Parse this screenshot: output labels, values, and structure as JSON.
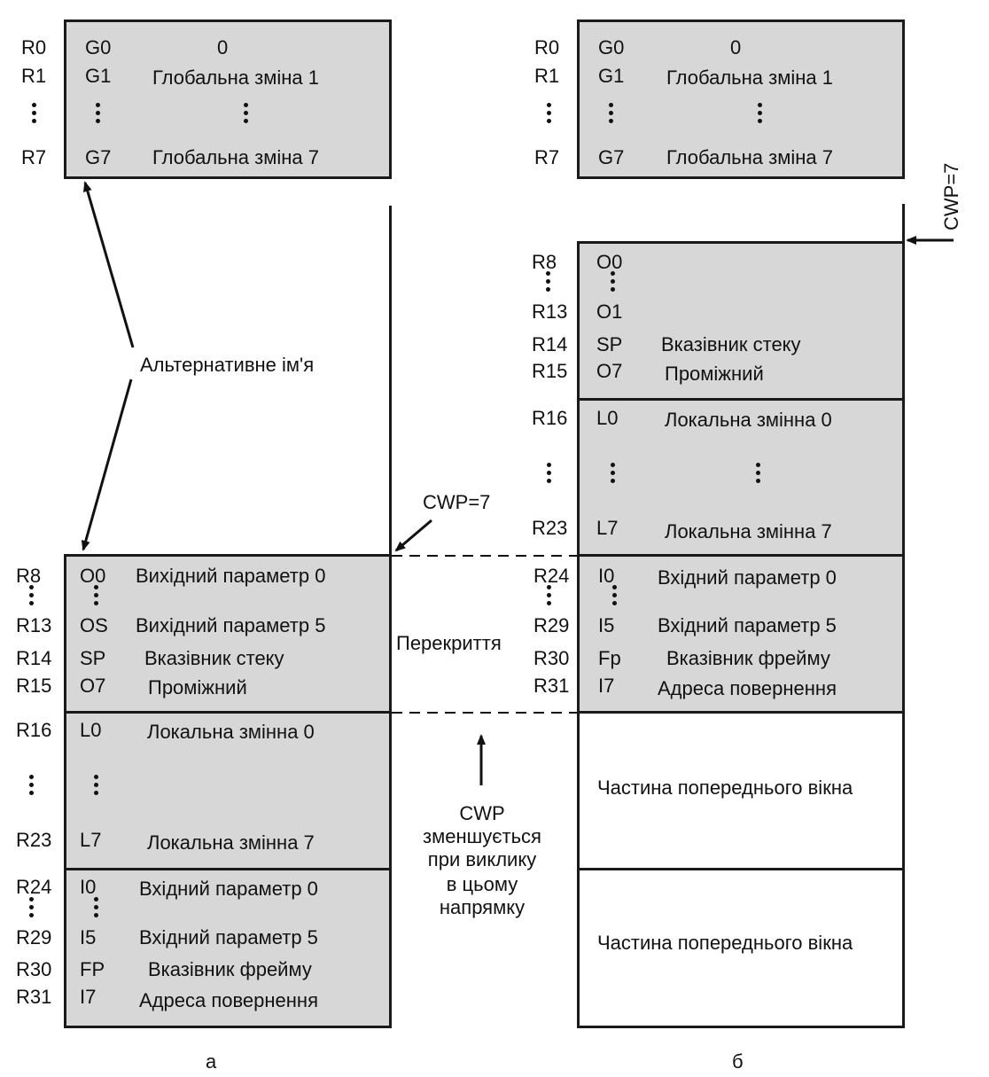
{
  "panel_a": {
    "globals": [
      {
        "reg": "R0",
        "alias": "G0",
        "desc": "0"
      },
      {
        "reg": "R1",
        "alias": "G1",
        "desc": "Глобальна зміна 1"
      },
      {
        "reg": "R7",
        "alias": "G7",
        "desc": "Глобальна зміна 7"
      }
    ],
    "outs": [
      {
        "reg": "R8",
        "alias": "O0",
        "desc": "Вихідний параметр 0"
      },
      {
        "reg": "R13",
        "alias": "OS",
        "desc": "Вихідний параметр 5"
      },
      {
        "reg": "R14",
        "alias": "SP",
        "desc": "Вказівник стеку"
      },
      {
        "reg": "R15",
        "alias": "O7",
        "desc": "Проміжний"
      }
    ],
    "locals": [
      {
        "reg": "R16",
        "alias": "L0",
        "desc": "Локальна змінна 0"
      },
      {
        "reg": "R23",
        "alias": "L7",
        "desc": "Локальна змінна 7"
      }
    ],
    "ins": [
      {
        "reg": "R24",
        "alias": "I0",
        "desc": "Вхідний параметр 0"
      },
      {
        "reg": "R29",
        "alias": "I5",
        "desc": "Вхідний параметр 5"
      },
      {
        "reg": "R30",
        "alias": "FP",
        "desc": "Вказівник фрейму"
      },
      {
        "reg": "R31",
        "alias": "I7",
        "desc": "Адреса повернення"
      }
    ],
    "caption": "а"
  },
  "panel_b": {
    "globals": [
      {
        "reg": "R0",
        "alias": "G0",
        "desc": "0"
      },
      {
        "reg": "R1",
        "alias": "G1",
        "desc": "Глобальна зміна 1"
      },
      {
        "reg": "R7",
        "alias": "G7",
        "desc": "Глобальна зміна 7"
      }
    ],
    "outs": [
      {
        "reg": "R8",
        "alias": "O0"
      },
      {
        "reg": "R13",
        "alias": "O1"
      },
      {
        "reg": "R14",
        "alias": "SP",
        "desc": "Вказівник стеку"
      },
      {
        "reg": "R15",
        "alias": "O7",
        "desc": "Проміжний"
      }
    ],
    "locals": [
      {
        "reg": "R16",
        "alias": "L0",
        "desc": "Локальна змінна 0"
      },
      {
        "reg": "R23",
        "alias": "L7",
        "desc": "Локальна змінна 7"
      }
    ],
    "ins": [
      {
        "reg": "R24",
        "alias": "I0",
        "desc": "Вхідний параметр 0"
      },
      {
        "reg": "R29",
        "alias": "I5",
        "desc": "Вхідний параметр 5"
      },
      {
        "reg": "R30",
        "alias": "Fp",
        "desc": "Вказівник фрейму"
      },
      {
        "reg": "R31",
        "alias": "I7",
        "desc": "Адреса повернення"
      }
    ],
    "prev1": "Частина попереднього вікна",
    "prev2": "Частина попереднього вікна",
    "caption": "б"
  },
  "labels": {
    "alt_name": "Альтернативне ім'я",
    "cwp_a": "CWP=7",
    "cwp_b": "CWP=7",
    "overlap": "Перекриття",
    "cwp_note": [
      "CWP",
      "зменшується",
      "при виклику",
      "в цьому",
      "напрямку"
    ]
  }
}
